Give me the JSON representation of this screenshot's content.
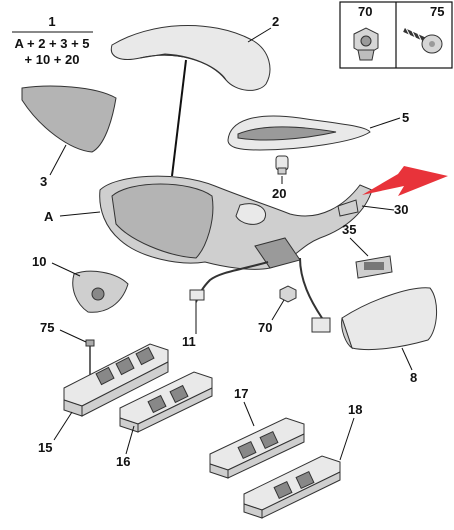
{
  "assembly_note": {
    "number": "1",
    "line1": "A + 2 + 3 + 5",
    "line2": "+ 10 + 20"
  },
  "legend": {
    "item_a": "70",
    "item_b": "75"
  },
  "callouts": {
    "c2": "2",
    "c3": "3",
    "c5": "5",
    "c20": "20",
    "cA": "A",
    "c30": "30",
    "c10": "10",
    "c35": "35",
    "c75": "75",
    "c11": "11",
    "c70": "70",
    "c8": "8",
    "c15": "15",
    "c16": "16",
    "c17": "17",
    "c18": "18"
  },
  "colors": {
    "arrow": "#e8333a",
    "outline": "#333333"
  }
}
